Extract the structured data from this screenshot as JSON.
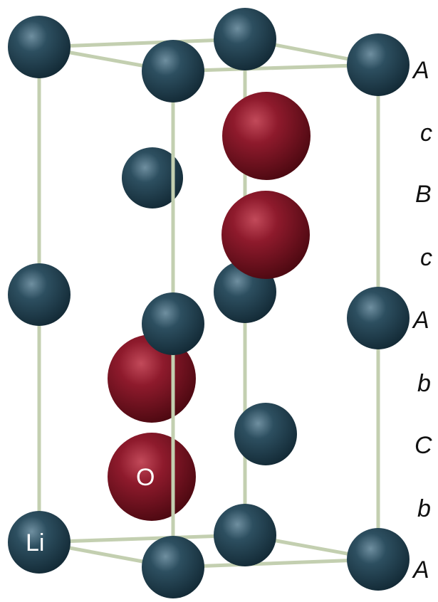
{
  "structure": {
    "atom_labels": {
      "li": "Li",
      "o": "O"
    },
    "stacking_sequence": [
      "A",
      "c",
      "B",
      "c",
      "A",
      "b",
      "C",
      "b",
      "A"
    ],
    "colors": {
      "li_atom": "#1f3d4c",
      "o_atom": "#7a0f1f",
      "bond": "#c3cfb0",
      "text_dark": "#111111",
      "text_light": "#ffffff",
      "background": "#ffffff"
    }
  }
}
